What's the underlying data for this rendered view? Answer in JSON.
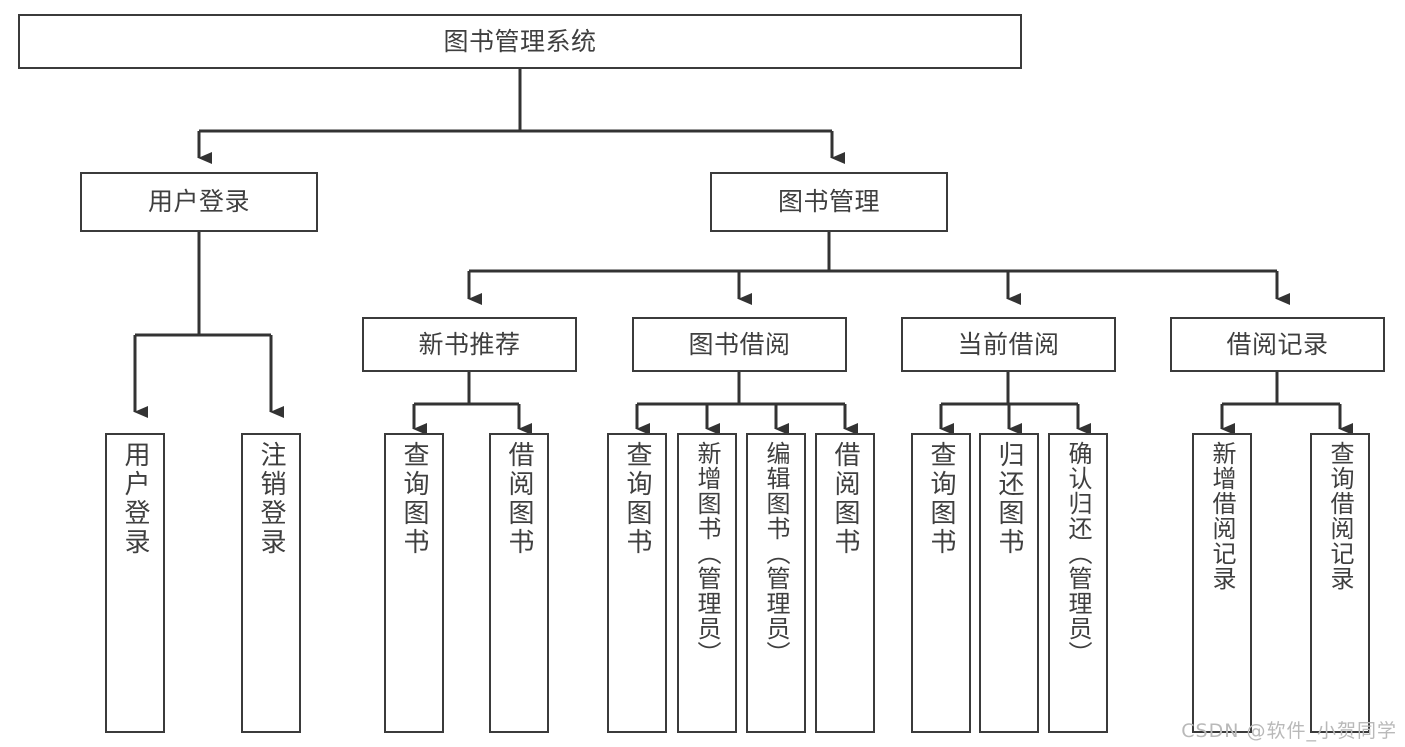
{
  "diagram": {
    "title": "图书管理系统",
    "type": "tree",
    "root": {
      "label": "图书管理系统"
    },
    "level2": [
      {
        "id": "user-login",
        "label": "用户登录"
      },
      {
        "id": "book-manage",
        "label": "图书管理"
      }
    ],
    "level3": [
      {
        "id": "new-book-recommend",
        "label": "新书推荐",
        "parent": "book-manage"
      },
      {
        "id": "book-borrow",
        "label": "图书借阅",
        "parent": "book-manage"
      },
      {
        "id": "current-borrow",
        "label": "当前借阅",
        "parent": "book-manage"
      },
      {
        "id": "borrow-record",
        "label": "借阅记录",
        "parent": "book-manage"
      }
    ],
    "leaves": {
      "user-login": [
        {
          "id": "leaf-user-login",
          "label": "用户登录"
        },
        {
          "id": "leaf-logout-login",
          "label": "注销登录"
        }
      ],
      "new-book-recommend": [
        {
          "id": "leaf-query-book-1",
          "label": "查询图书"
        },
        {
          "id": "leaf-borrow-book-1",
          "label": "借阅图书"
        }
      ],
      "book-borrow": [
        {
          "id": "leaf-query-book-2",
          "label": "查询图书"
        },
        {
          "id": "leaf-add-book-admin",
          "label": "新增图书（管理员）"
        },
        {
          "id": "leaf-edit-book-admin",
          "label": "编辑图书（管理员）"
        },
        {
          "id": "leaf-borrow-book-2",
          "label": "借阅图书"
        }
      ],
      "current-borrow": [
        {
          "id": "leaf-query-book-3",
          "label": "查询图书"
        },
        {
          "id": "leaf-return-book",
          "label": "归还图书"
        },
        {
          "id": "leaf-confirm-return-admin",
          "label": "确认归还（管理员）"
        }
      ],
      "borrow-record": [
        {
          "id": "leaf-add-borrow-record",
          "label": "新增借阅记录"
        },
        {
          "id": "leaf-query-borrow-record",
          "label": "查询借阅记录"
        }
      ]
    }
  },
  "watermark": {
    "text": "CSDN @软件_小贺同学"
  },
  "colors": {
    "box_border": "#3b3b3b",
    "box_fill": "#ffffff",
    "text": "#3f3f3f",
    "connector": "#333333",
    "watermark": "#b9b9b9",
    "background": "#ffffff"
  }
}
